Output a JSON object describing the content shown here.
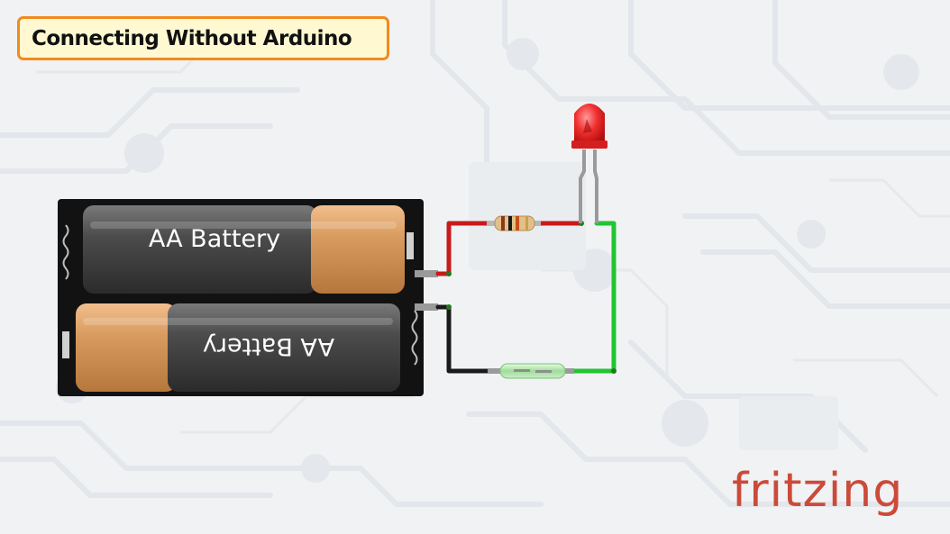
{
  "header": {
    "title": "Connecting Without Arduino"
  },
  "diagram": {
    "batteries": [
      {
        "label": "AA Battery",
        "orientation": "normal"
      },
      {
        "label": "AA Battery",
        "orientation": "flipped"
      }
    ],
    "components": [
      "battery-holder",
      "resistor",
      "red-led",
      "reed-switch"
    ],
    "wire_colors": {
      "red": "#c81a1a",
      "black": "#1a1a1a",
      "green": "#21c431"
    }
  },
  "brand": {
    "logo_text": "fritzing",
    "logo_color": "#cc4a39"
  }
}
